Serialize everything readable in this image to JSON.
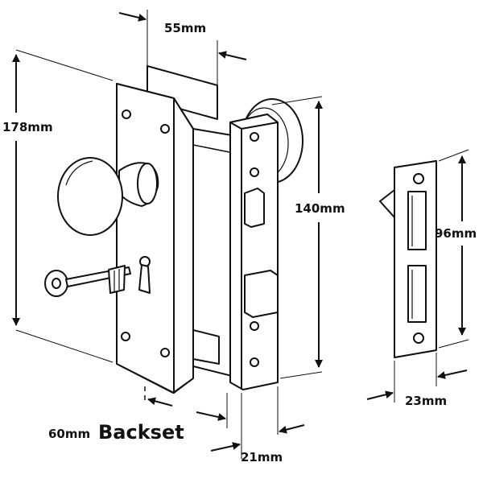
{
  "dimensions": {
    "width_top": "55mm",
    "height_plate": "178mm",
    "height_faceplate": "140mm",
    "height_strike": "96mm",
    "width_strike": "23mm",
    "width_faceplate": "21mm",
    "backset_value": "60mm",
    "backset_label": "Backset"
  }
}
